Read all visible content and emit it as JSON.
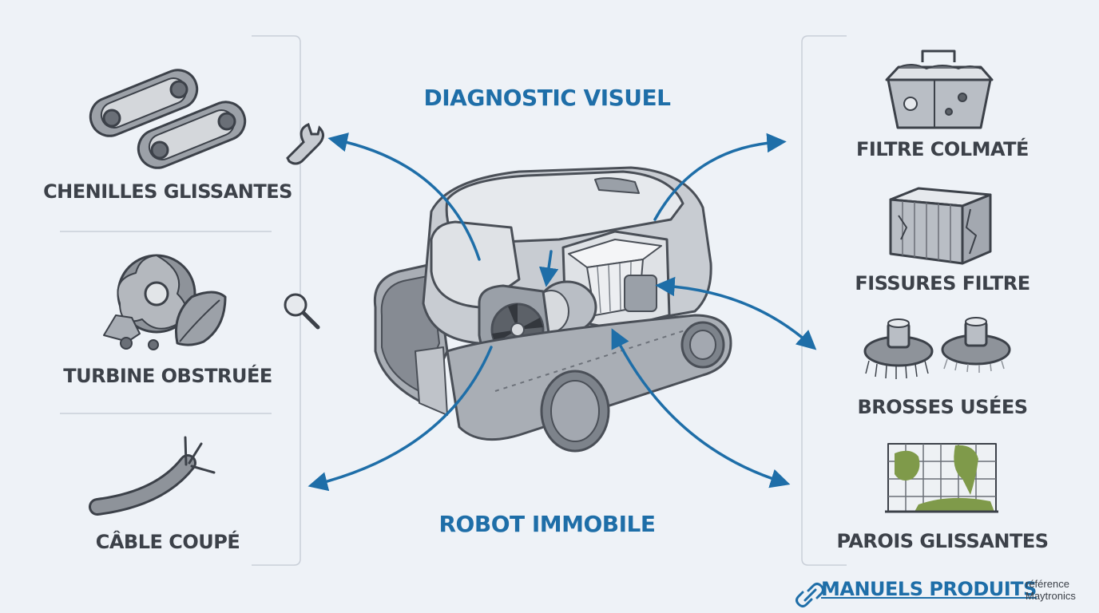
{
  "titles": {
    "top": "DIAGNOSTIC VISUEL",
    "bottom": "ROBOT IMMOBILE"
  },
  "left_items": [
    {
      "label": "CHENILLES GLISSANTES",
      "icon": "track-belts-icon"
    },
    {
      "label": "TURBINE OBSTRUÉE",
      "icon": "clogged-turbine-icon"
    },
    {
      "label": "CÂBLE COUPÉ",
      "icon": "cut-cable-icon"
    }
  ],
  "right_items": [
    {
      "label": "FILTRE COLMATÉ",
      "icon": "dirty-filter-basket-icon"
    },
    {
      "label": "FISSURES FILTRE",
      "icon": "cracked-filter-icon"
    },
    {
      "label": "BROSSES USÉES",
      "icon": "worn-brushes-icon"
    },
    {
      "label": "PAROIS GLISSANTES",
      "icon": "slippery-wall-icon"
    }
  ],
  "side_icons": [
    "wrench-icon",
    "magnifier-icon"
  ],
  "footer": {
    "link_label": "MANUELS PRODUITS",
    "ref_line1": "référence",
    "ref_line2": "Maytronics"
  },
  "colors": {
    "accent": "#1e6ea8",
    "text": "#3c4149",
    "background": "#eef2f7"
  }
}
